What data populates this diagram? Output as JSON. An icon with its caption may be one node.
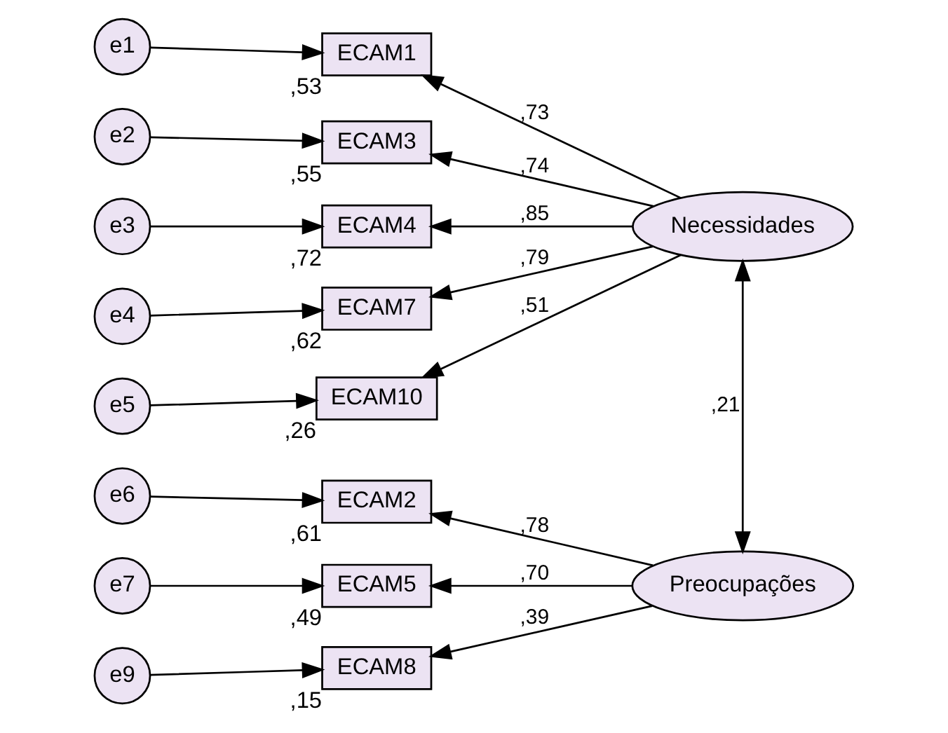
{
  "diagram": {
    "nodes": [
      {
        "text": [
          "e1"
        ]
      },
      {
        "text": [
          "e2"
        ]
      },
      {
        "text": [
          "e3"
        ]
      },
      {
        "text": [
          "e4"
        ]
      },
      {
        "text": [
          "e5"
        ]
      },
      {
        "text": [
          "e6"
        ]
      },
      {
        "text": [
          "e7"
        ]
      },
      {
        "text": [
          "e9"
        ]
      },
      {
        "text": [
          "ECAM1"
        ],
        "beside": [
          ",53"
        ]
      },
      {
        "text": [
          "ECAM3"
        ],
        "beside": [
          ",55"
        ]
      },
      {
        "text": [
          "ECAM4"
        ],
        "beside": [
          ",72"
        ]
      },
      {
        "text": [
          "ECAM7"
        ],
        "beside": [
          ",62"
        ]
      },
      {
        "text": [
          "ECAM10"
        ],
        "beside": [
          ",26"
        ]
      },
      {
        "text": [
          "ECAM2"
        ],
        "beside": [
          ",61"
        ]
      },
      {
        "text": [
          "ECAM5"
        ],
        "beside": [
          ",49"
        ]
      },
      {
        "text": [
          "ECAM8"
        ],
        "beside": [
          ",15"
        ]
      },
      {
        "text": [
          "Necessidades"
        ]
      },
      {
        "text": [
          "Preocupações"
        ]
      }
    ],
    "edges": [
      {
        "from": 0,
        "to": 8,
        "arrow": "to"
      },
      {
        "from": 1,
        "to": 9,
        "arrow": "to"
      },
      {
        "from": 2,
        "to": 10,
        "arrow": "to"
      },
      {
        "from": 3,
        "to": 11,
        "arrow": "to"
      },
      {
        "from": 4,
        "to": 12,
        "arrow": "to"
      },
      {
        "from": 5,
        "to": 13,
        "arrow": "to"
      },
      {
        "from": 6,
        "to": 14,
        "arrow": "to"
      },
      {
        "from": 7,
        "to": 15,
        "arrow": "to"
      },
      {
        "from": 16,
        "to": 8,
        "arrow": "to",
        "label": ",73"
      },
      {
        "from": 16,
        "to": 9,
        "arrow": "to",
        "label": ",74"
      },
      {
        "from": 16,
        "to": 10,
        "arrow": "to",
        "label": ",85"
      },
      {
        "from": 16,
        "to": 11,
        "arrow": "to",
        "label": ",79"
      },
      {
        "from": 16,
        "to": 12,
        "arrow": "to",
        "label": ",51"
      },
      {
        "from": 17,
        "to": 13,
        "arrow": "to",
        "label": ",78"
      },
      {
        "from": 17,
        "to": 14,
        "arrow": "to",
        "label": ",70"
      },
      {
        "from": 17,
        "to": 15,
        "arrow": "to",
        "label": ",39"
      },
      {
        "from": 16,
        "to": 17,
        "arrow": "both",
        "label": ",21"
      }
    ]
  }
}
